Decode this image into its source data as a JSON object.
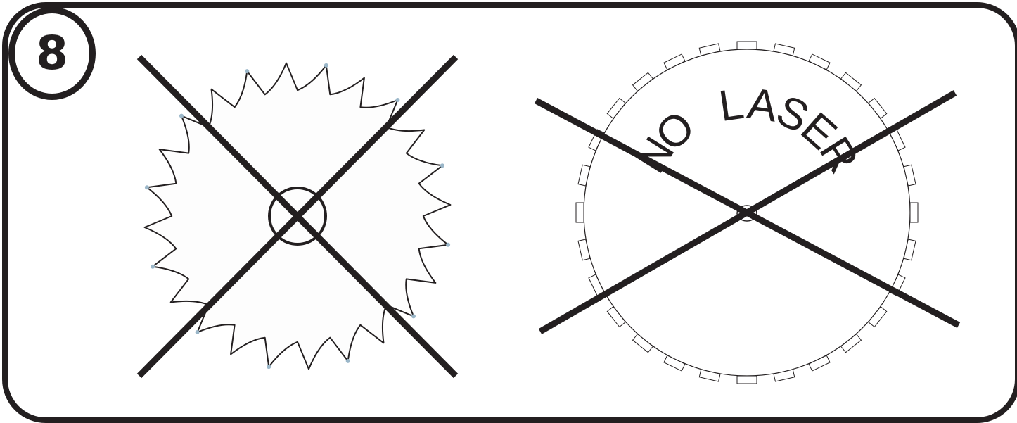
{
  "step": {
    "number": "8"
  },
  "saw_blade_icon": {
    "name": "toothed-saw-blade-icon",
    "prohibited": true,
    "tooth_count": 24
  },
  "laser_blade_icon": {
    "name": "no-laser-blade-icon",
    "text": "NO LASER",
    "prohibited": true,
    "segment_count": 28
  },
  "colors": {
    "ink": "#231f20",
    "background": "#ffffff",
    "tooth_tint": "#9bb7c9"
  }
}
